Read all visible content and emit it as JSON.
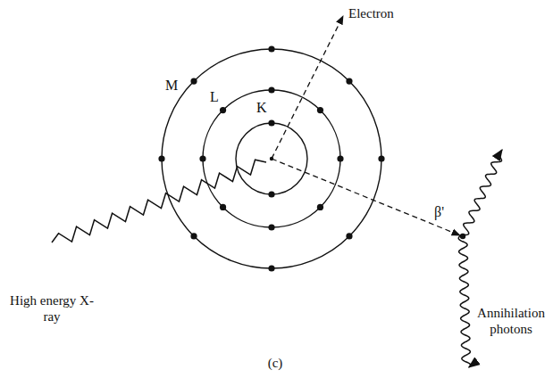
{
  "diagram": {
    "labels": [
      "Electron",
      "M",
      "L",
      "K",
      "High energy X-ray",
      "β'",
      "Annihilation photons",
      "(c)"
    ]
  }
}
